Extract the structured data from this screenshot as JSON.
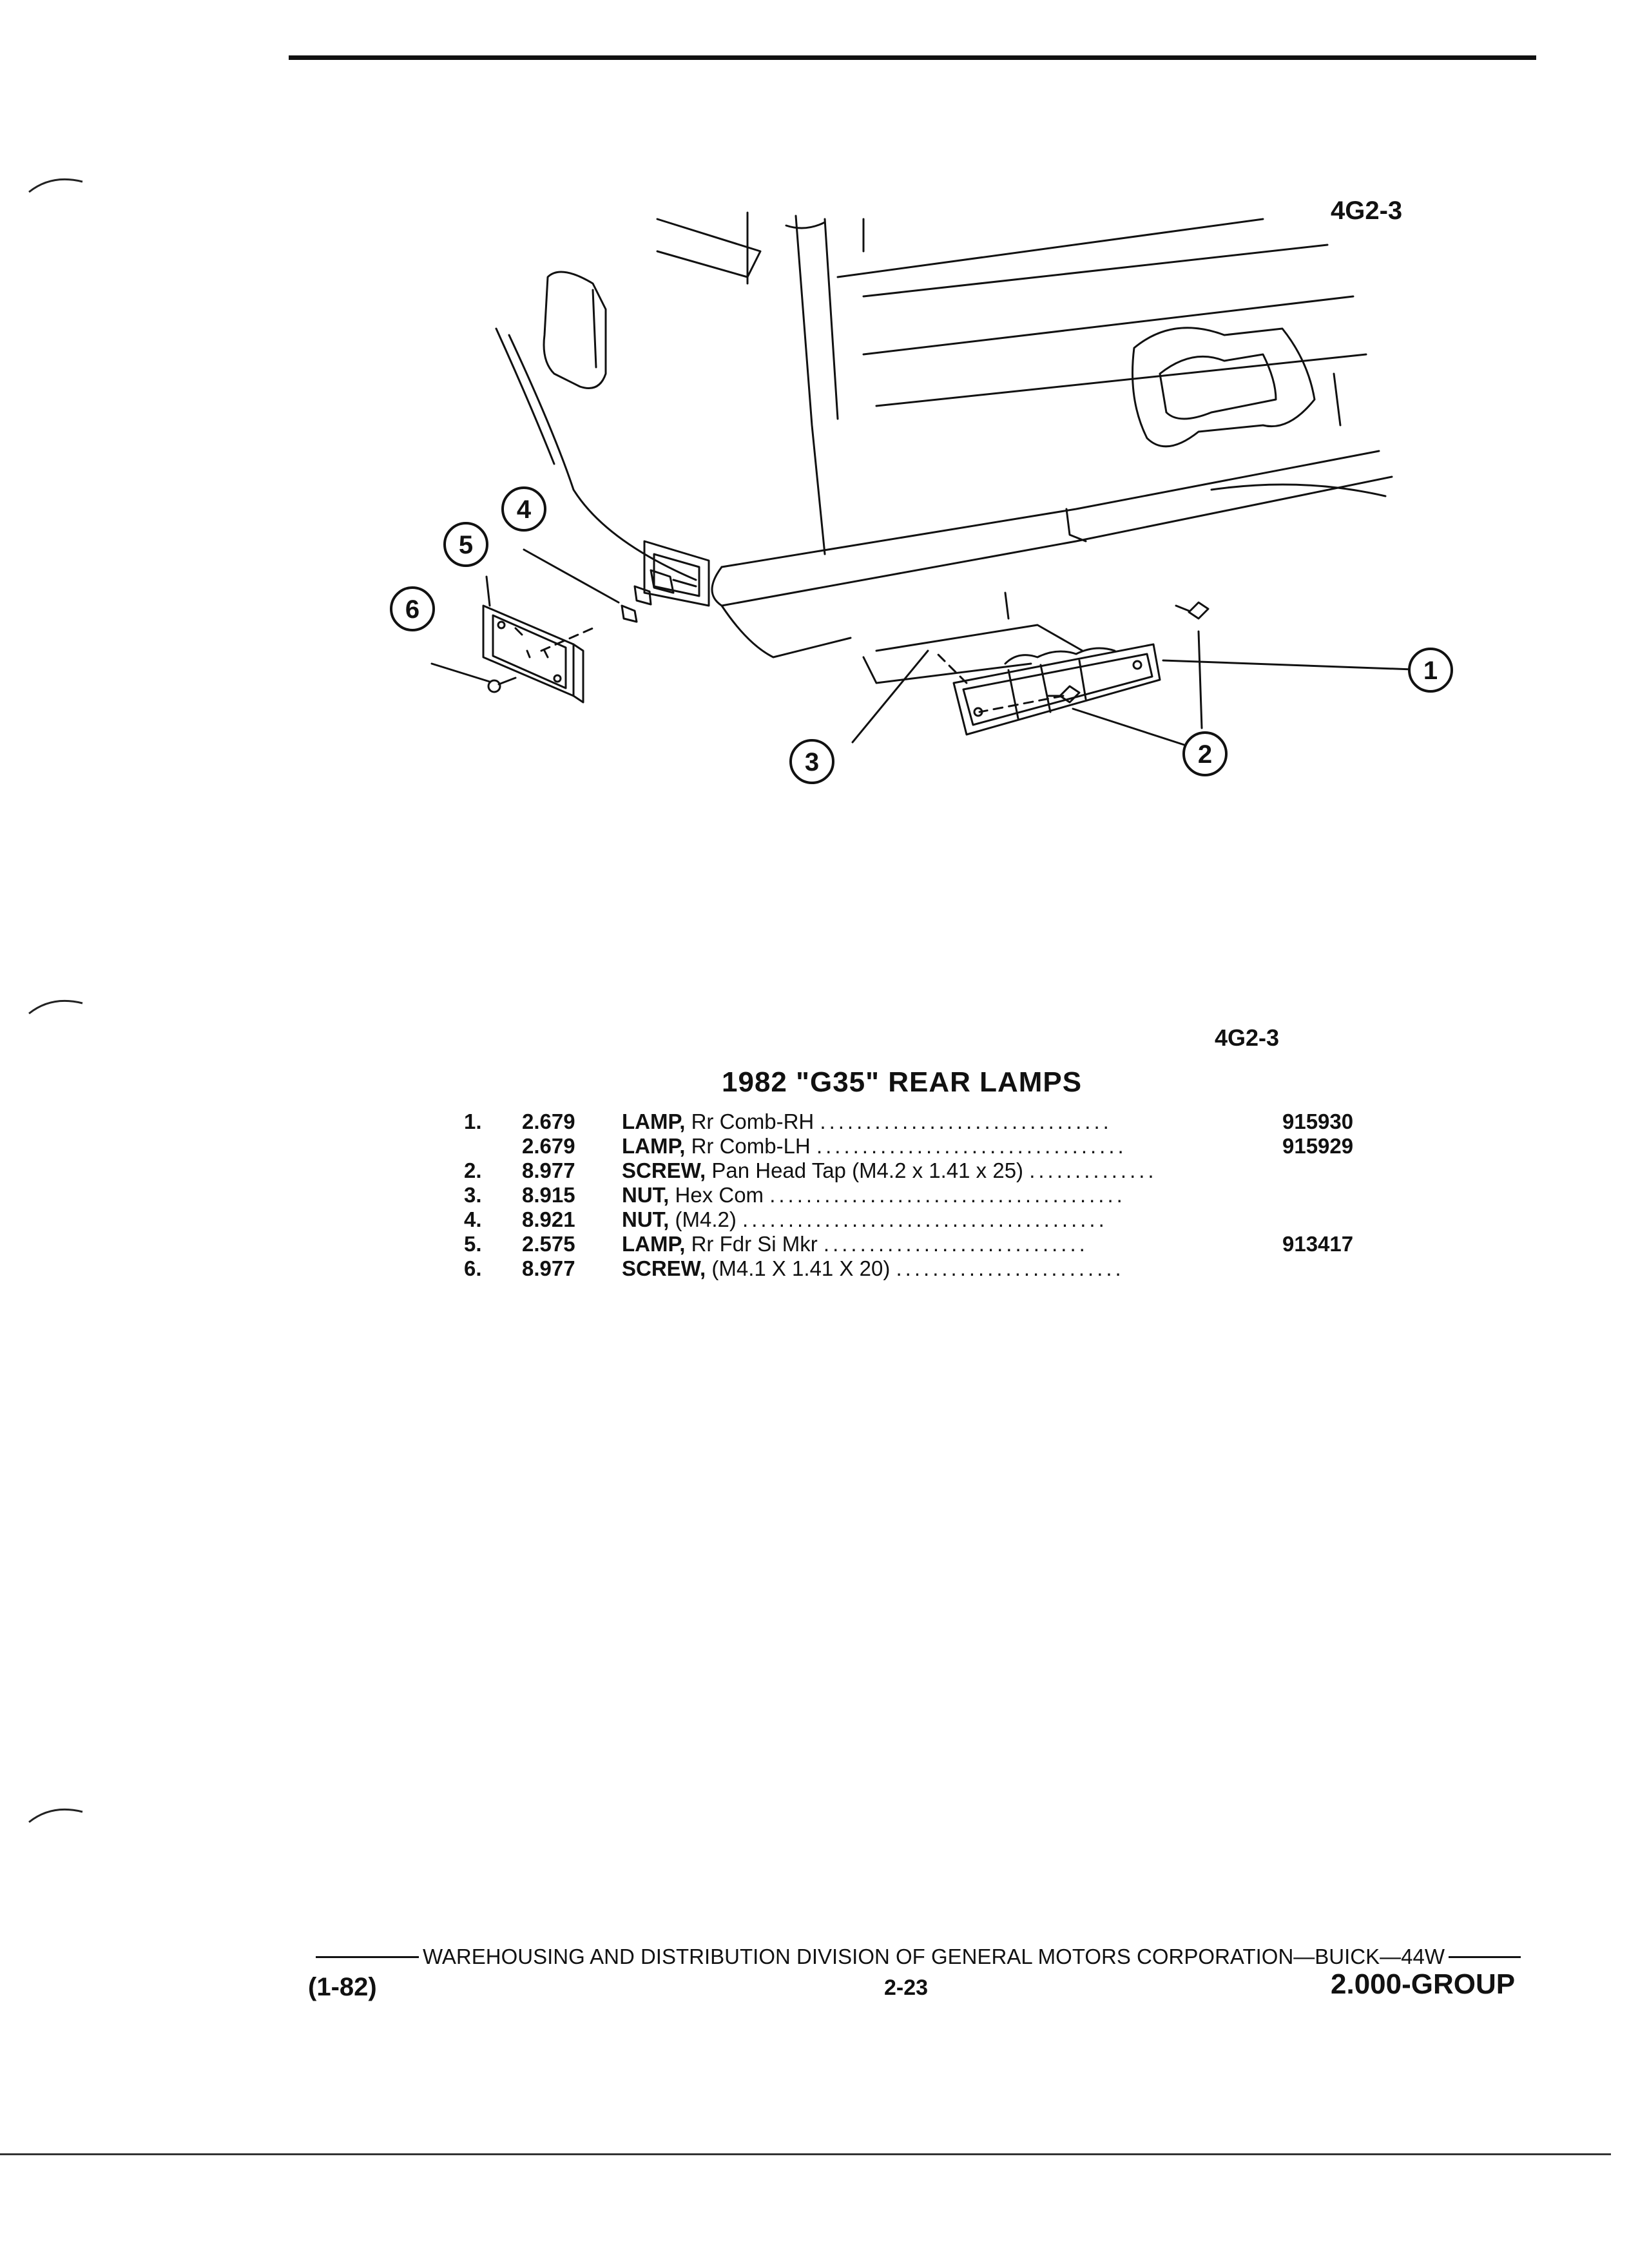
{
  "figure": {
    "code_top": "4G2-3",
    "code": "4G2-3",
    "callouts": [
      "1",
      "2",
      "3",
      "4",
      "5",
      "6"
    ]
  },
  "title": "1982 \"G35\" REAR LAMPS",
  "parts": [
    {
      "no": "1.",
      "group": "2.679",
      "name": "LAMP,",
      "desc": "Rr Comb-RH",
      "dots": "................................",
      "part_no": "915930"
    },
    {
      "no": "",
      "group": "2.679",
      "name": "LAMP,",
      "desc": "Rr Comb-LH",
      "dots": "..................................",
      "part_no": "915929"
    },
    {
      "no": "2.",
      "group": "8.977",
      "name": "SCREW,",
      "desc": "Pan Head Tap (M4.2 x 1.41 x 25)",
      "dots": "..............",
      "part_no": ""
    },
    {
      "no": "3.",
      "group": "8.915",
      "name": "NUT,",
      "desc": "Hex Com",
      "dots": ".......................................",
      "part_no": ""
    },
    {
      "no": "4.",
      "group": "8.921",
      "name": "NUT,",
      "desc": "(M4.2)",
      "dots": "........................................",
      "part_no": ""
    },
    {
      "no": "5.",
      "group": "2.575",
      "name": "LAMP,",
      "desc": "Rr Fdr Si Mkr",
      "dots": ".............................",
      "part_no": "913417"
    },
    {
      "no": "6.",
      "group": "8.977",
      "name": "SCREW,",
      "desc": "(M4.1 X 1.41 X 20)",
      "dots": ".........................",
      "part_no": ""
    }
  ],
  "footer": {
    "text": "WAREHOUSING AND DISTRIBUTION DIVISION OF GENERAL MOTORS CORPORATION—BUICK—44W",
    "date": "(1-82)",
    "page": "2-23",
    "group": "2.000-GROUP"
  }
}
